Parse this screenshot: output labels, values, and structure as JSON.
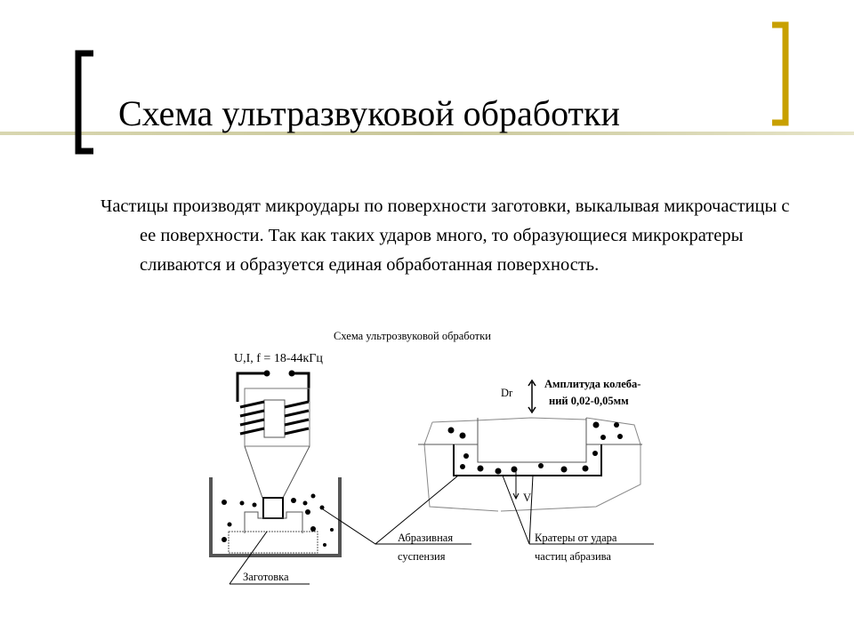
{
  "slide": {
    "title": "Схема ультразвуковой обработки",
    "body": "Частицы производят микроудары по поверхности заготовки, выкалывая микрочастицы с ее поверхности. Так как таких ударов много, то образующиеся микрократеры сливаются и образуется единая обработанная поверхность.",
    "accent_color": "#c8a000",
    "bracket_left_color": "#000000"
  },
  "diagram": {
    "title": "Схема ультрозвуковой обработки",
    "power_label": "U,I, f = 18-44кГц",
    "dr_label": "Dr",
    "amplitude_line1": "Амплитуда колеба-",
    "amplitude_line2": "ний 0,02-0,05мм",
    "velocity_label": "V",
    "abrasive_line1": "Абразивная",
    "abrasive_line2": "суспензия",
    "craters_line1": "Кратеры от удара",
    "craters_line2": "частиц абразива",
    "workpiece_label": "Заготовка"
  }
}
